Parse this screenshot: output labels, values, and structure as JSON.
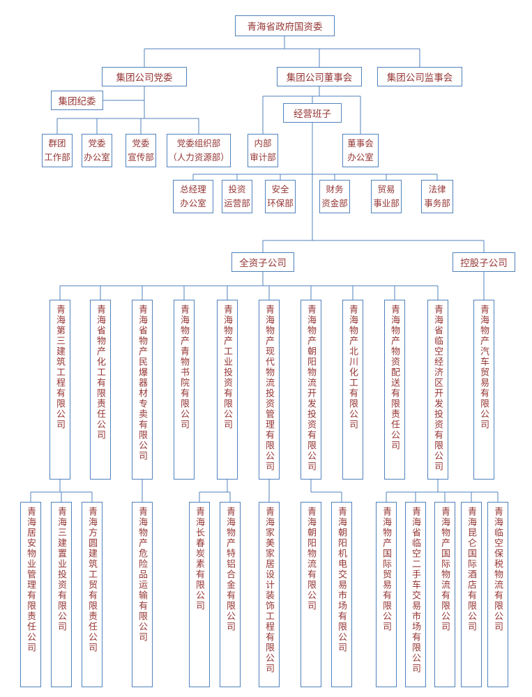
{
  "colors": {
    "border": "#4f81bd",
    "line": "#4f81bd",
    "text": "#943634",
    "background": "#ffffff"
  },
  "nodes": {
    "root": "青海省政府国资委",
    "party": "集团公司党委",
    "board": "集团公司董事会",
    "supervisory": "集团公司监事会",
    "discipline": "集团纪委",
    "management": "经营班子",
    "wholly": "全资子公司",
    "holding": "控股子公司"
  },
  "party_depts": [
    "群团\n工作部",
    "党委\n办公室",
    "党委\n宣传部",
    "党委组织部\n（人力资源部）"
  ],
  "board_depts": [
    "内部\n审计部",
    "董事会\n办公室"
  ],
  "mgmt_depts": [
    "总经理\n办公室",
    "投资\n运营部",
    "安全\n环保部",
    "财务\n资金部",
    "贸易\n事业部",
    "法律\n事务部"
  ],
  "subsidiaries": [
    "青海第三建筑工程有限公司",
    "青海省物产化工有限责任公司",
    "青海省物产民爆器材专卖有限公司",
    "青海物产青物书院有限公司",
    "青海物产工业投资有限公司",
    "青海物产现代物流投资管理有限公司",
    "青海物产朝阳物流开发投资有限公司",
    "青海物产北川化工有限公司",
    "青海物产物资配送有限责任公司",
    "青海省临空经济区开发投资有限公司",
    "青海物产汽车贸易有限公司"
  ],
  "sub_subsidiaries": [
    "青海居安物业管理有限责任公司",
    "青海三建置业投资有限公司",
    "青海方圆建筑工贸有限责任公司",
    "青海物产危险品运输有限公司",
    "青海长春炭素有限公司",
    "青海物产特铝合金有限公司",
    "青海家美家居设计装饰工程有限公司",
    "青海朝阳物流有限公司",
    "青海朝阳机电交易市场有限公司",
    "青海物产国际贸易有限公司",
    "青海省临空二手车交易市场有限公司",
    "青海物产国际物流有限公司",
    "青海昆仑国际酒店有限公司",
    "青海临空保税物流有限公司"
  ]
}
